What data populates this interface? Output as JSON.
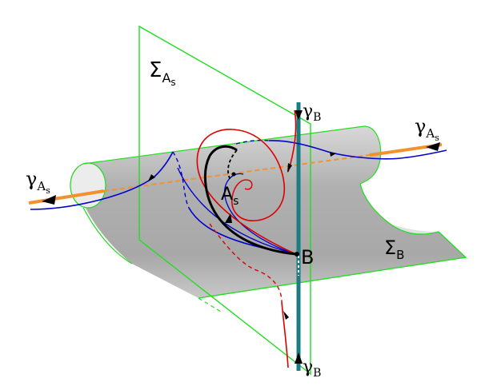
{
  "labels": {
    "sigma_a": {
      "main": "Σ",
      "sub": "A",
      "subsub": "s"
    },
    "sigma_b": {
      "main": "Σ",
      "sub": "B"
    },
    "gamma_a_left": {
      "main": "γ",
      "sub": "A",
      "subsub": "s"
    },
    "gamma_a_right": {
      "main": "γ",
      "sub": "A",
      "subsub": "s"
    },
    "gamma_b_top": {
      "main": "γ",
      "sub": "B"
    },
    "gamma_b_bottom": {
      "main": "γ",
      "sub": "B"
    },
    "point_a": {
      "main": "A",
      "sub": "s"
    },
    "point_b": {
      "main": "B"
    }
  },
  "colors": {
    "plane": "#22dd22",
    "cylinder_fill": "#b4b4b4",
    "sheet_fill": "#e6e6e6",
    "gamma_a_line": "#f0922e",
    "gamma_b_line": "#1b7d80",
    "stable_curve": "#0000cc",
    "unstable_curve": "#dd0000",
    "orbit": "#000000"
  }
}
